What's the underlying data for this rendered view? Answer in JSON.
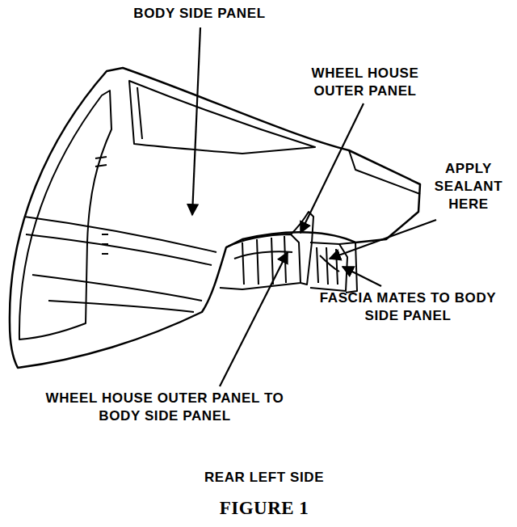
{
  "diagram": {
    "caption": "FIGURE 1",
    "labels": [
      "BODY SIDE PANEL",
      "WHEEL HOUSE OUTER PANEL",
      "APPLY SEALANT HERE",
      "FASCIA MATES TO BODY SIDE PANEL",
      "WHEEL HOUSE OUTER PANEL TO BODY SIDE PANEL",
      "REAR LEFT SIDE"
    ]
  }
}
